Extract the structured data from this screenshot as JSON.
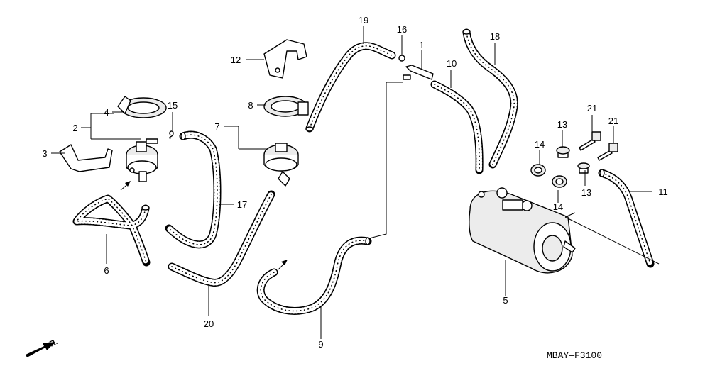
{
  "diagram": {
    "code": "MBAY—F3100",
    "direction": "FR.",
    "callouts": {
      "p1": "1",
      "p2": "2",
      "p3": "3",
      "p4": "4",
      "p5": "5",
      "p6": "6",
      "p7": "7",
      "p8": "8",
      "p9": "9",
      "p10": "10",
      "p11": "11",
      "p12": "12",
      "p13a": "13",
      "p13b": "13",
      "p14a": "14",
      "p14b": "14",
      "p15": "15",
      "p16": "16",
      "p17": "17",
      "p18": "18",
      "p19": "19",
      "p20": "20",
      "p21a": "21",
      "p21b": "21"
    },
    "icons": [
      "front-direction-arrow-icon",
      "flow-arrow-icon"
    ]
  }
}
